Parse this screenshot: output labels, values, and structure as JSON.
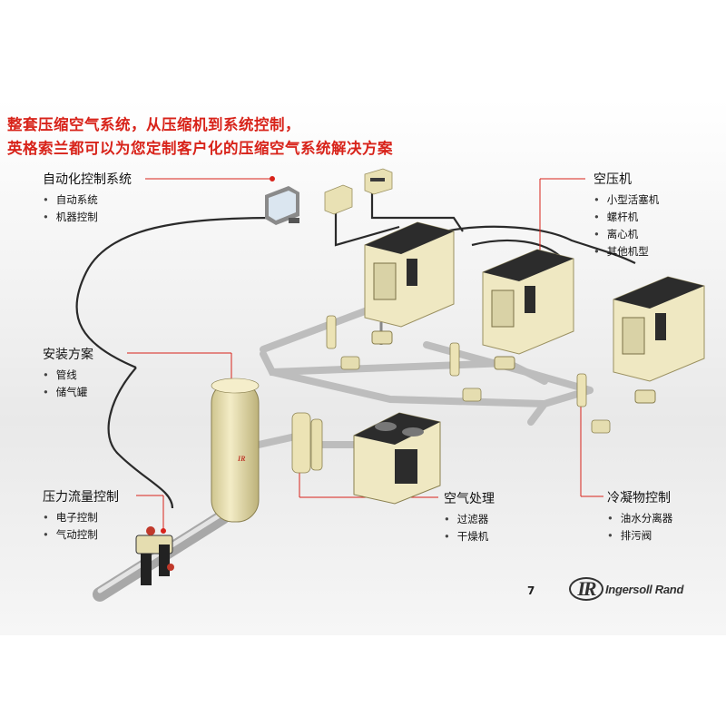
{
  "headline": {
    "line1": "整套压缩空气系统，从压缩机到系统控制，",
    "line2": "英格索兰都可以为您定制客户化的压缩空气系统解决方案"
  },
  "callouts": {
    "automation": {
      "title": "自动化控制系统",
      "items": [
        "自动系统",
        "机器控制"
      ]
    },
    "compressor": {
      "title": "空压机",
      "items": [
        "小型活塞机",
        "螺杆机",
        "离心机",
        "其他机型"
      ]
    },
    "installation": {
      "title": "安装方案",
      "items": [
        "管线",
        "储气罐"
      ]
    },
    "flow": {
      "title": "压力流量控制",
      "items": [
        "电子控制",
        "气动控制"
      ]
    },
    "air_treatment": {
      "title": "空气处理",
      "items": [
        "过滤器",
        "干燥机"
      ]
    },
    "condensate": {
      "title": "冷凝物控制",
      "items": [
        "油水分离器",
        "排污阀"
      ]
    }
  },
  "footer": {
    "page_number": "7",
    "logo_mark": "IR",
    "logo_text": "Ingersoll Rand"
  },
  "colors": {
    "headline": "#d8231a",
    "callout_line": "#d8231a",
    "equipment": "#e8dfb0",
    "pipe": "#bfbfbf"
  }
}
